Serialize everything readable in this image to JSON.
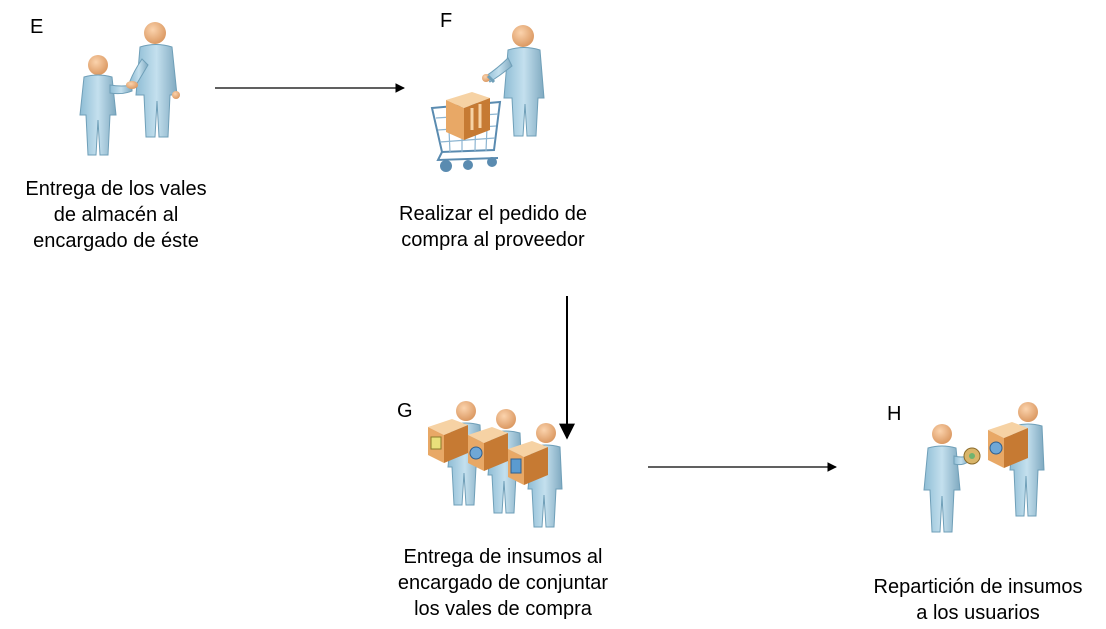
{
  "steps": [
    {
      "id": "E",
      "letter": "E",
      "icon": "handshake-icon",
      "caption": [
        "Entrega de los vales",
        "de almacén al",
        "encargado de éste"
      ]
    },
    {
      "id": "F",
      "letter": "F",
      "icon": "shopping-cart-icon",
      "caption": [
        "Realizar el pedido de",
        "compra al proveedor"
      ]
    },
    {
      "id": "G",
      "letter": "G",
      "icon": "people-carrying-boxes-icon",
      "caption": [
        "Entrega de insumos al",
        "encargado de conjuntar",
        "los vales de compra"
      ]
    },
    {
      "id": "H",
      "letter": "H",
      "icon": "box-delivery-icon",
      "caption": [
        "Repartición de insumos",
        "a los usuarios"
      ]
    }
  ],
  "connectors": [
    {
      "from": "E",
      "to": "F"
    },
    {
      "from": "F",
      "to": "G"
    },
    {
      "from": "G",
      "to": "H"
    }
  ],
  "colors": {
    "skin": "#f2b98a",
    "skin_dark": "#c98a58",
    "suit": "#a9cfe3",
    "suit_dark": "#6f9fb8",
    "box": "#e8a866",
    "box_dark": "#c67a33",
    "box_light": "#f6d2a4",
    "line": "#000000"
  }
}
